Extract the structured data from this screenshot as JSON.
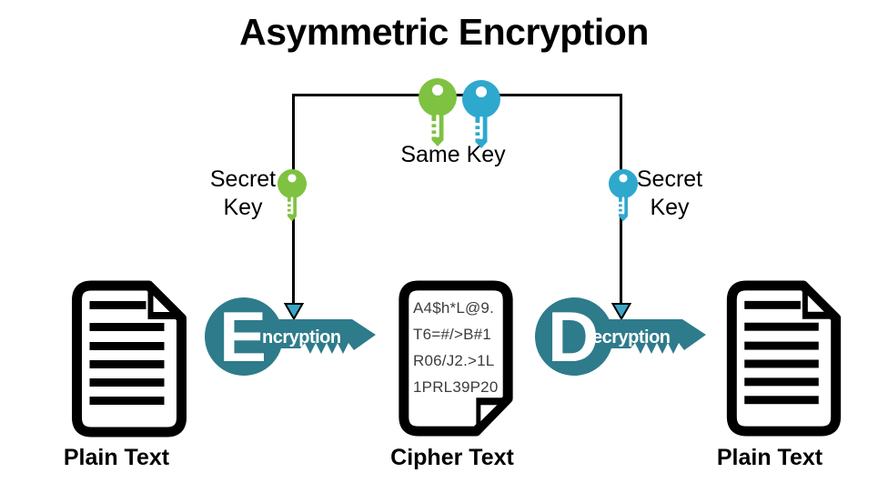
{
  "title": "Asymmetric Encryption",
  "labels": {
    "same_key": "Same Key",
    "secret_key_left": [
      "Secret",
      "Key"
    ],
    "secret_key_right": [
      "Secret",
      "Key"
    ],
    "plain_text_left": "Plain Text",
    "cipher_text": "Cipher Text",
    "plain_text_right": "Plain Text"
  },
  "encryption_key": {
    "initial": "E",
    "rest": "ncryption"
  },
  "decryption_key": {
    "initial": "D",
    "rest": "ecryption"
  },
  "cipher_lines": [
    "A4$h*L@9.",
    "T6=#/>B#1",
    "R06/J2.>1L",
    "1PRL39P20"
  ],
  "icons": {
    "top_left_key": "green-key-icon",
    "top_right_key": "blue-key-icon",
    "left_line_key": "small-green-key-icon",
    "right_line_key": "small-blue-key-icon",
    "left_document": "plain-text-document-icon",
    "center_document": "cipher-text-document-icon",
    "right_document": "plain-text-document-icon",
    "arrowheads": "down-arrowhead-icon"
  },
  "colors": {
    "green": "#7FC241",
    "blue": "#2FA8CD",
    "teal": "#2E7B8B",
    "arrow": "#3BA6C4",
    "ink": "#000000",
    "cipher-ink": "#3D3D3D"
  }
}
